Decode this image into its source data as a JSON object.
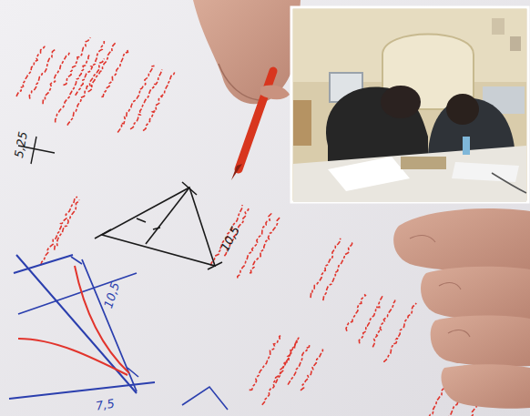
{
  "diagram": {
    "labels": [
      "5,25",
      "10,5",
      "10,5",
      "7,5"
    ]
  }
}
